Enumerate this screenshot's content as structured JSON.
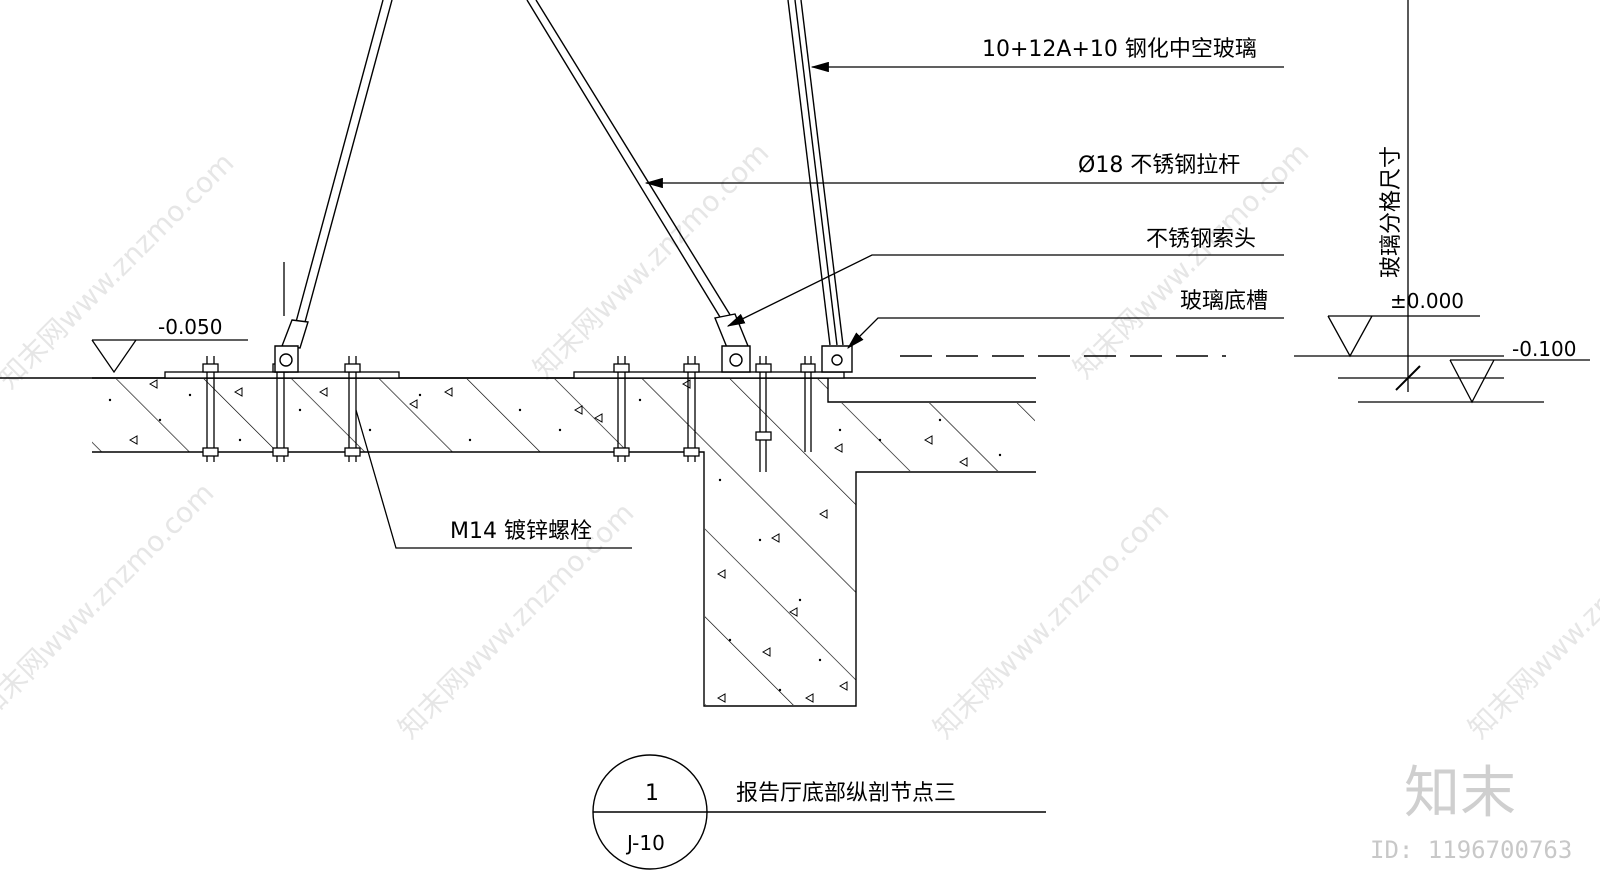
{
  "drawing": {
    "annotations": {
      "glass": "10+12A+10 钢化中空玻璃",
      "rod": "Ø18 不锈钢拉杆",
      "cable_head": "不锈钢索头",
      "glass_channel": "玻璃底槽",
      "bolt": "M14 镀锌螺栓",
      "glass_grid_dimension": "玻璃分格尺寸"
    },
    "levels": {
      "left": "-0.050",
      "zero": "±0.000",
      "right": "-0.100"
    },
    "title_block": {
      "number": "1",
      "sheet": "J-10",
      "title": "报告厅底部纵剖节点三"
    }
  },
  "watermark": {
    "text": "知末网www.znzmo.com",
    "brand": "知末",
    "id": "ID: 1196700763"
  },
  "colors": {
    "line": "#000000",
    "background": "#ffffff",
    "watermark": "#e6e6e6"
  }
}
